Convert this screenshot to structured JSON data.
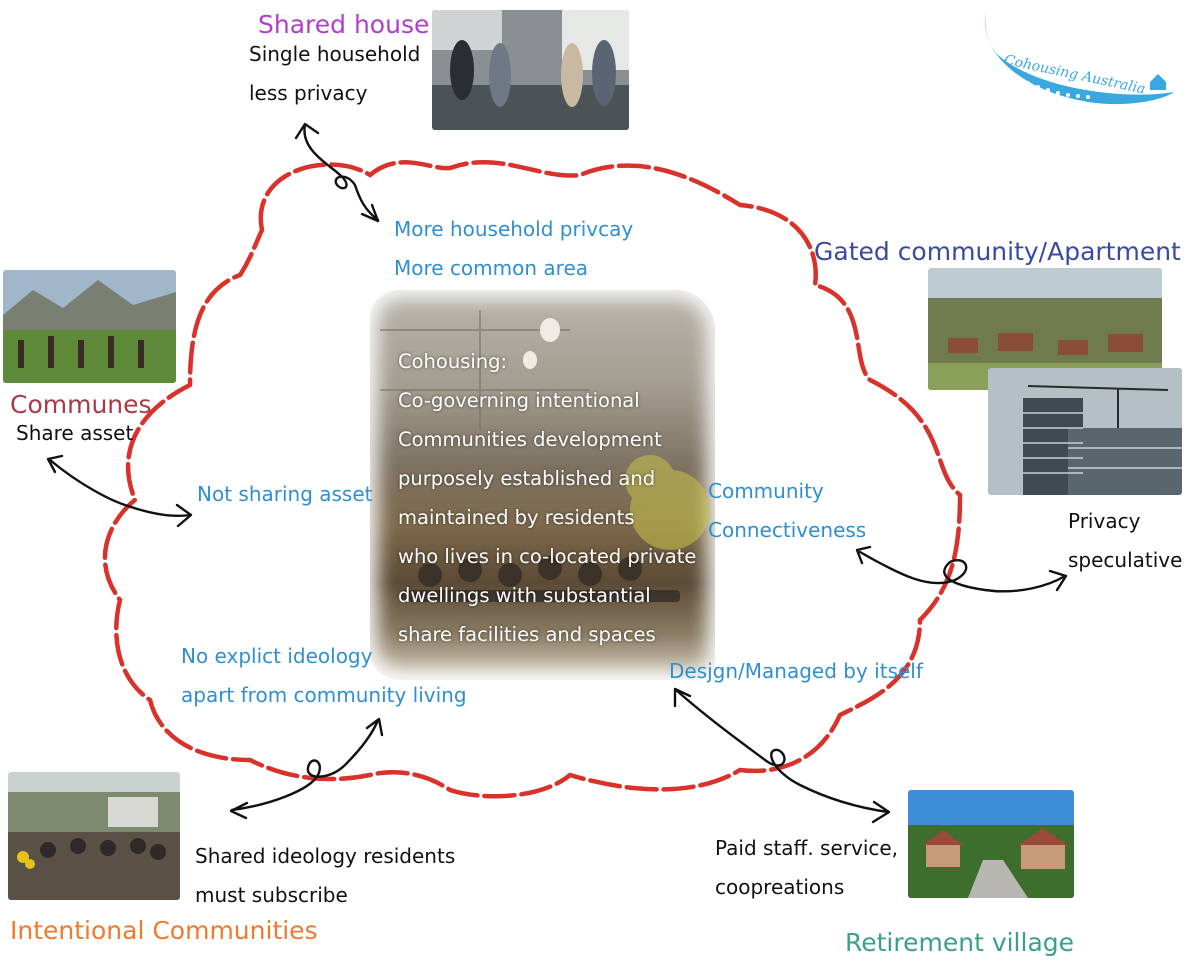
{
  "logo": {
    "text": "Cohousing Australia"
  },
  "center": {
    "lines": [
      "Cohousing:",
      "Co-governing intentional",
      "Communities development",
      "purposely established and",
      "maintained by residents",
      "who lives in co-located private",
      "dwellings with substantial",
      "share facilities and spaces"
    ]
  },
  "shared_house": {
    "title": "Shared house",
    "lines": [
      "Single household",
      "less privacy"
    ],
    "diff": [
      "More household privcay",
      "More common area"
    ]
  },
  "communes": {
    "title": "Communes",
    "line": "Share asset",
    "diff": "Not sharing asset"
  },
  "gated": {
    "title": "Gated community/Apartment",
    "lines": [
      "Privacy",
      "speculative"
    ],
    "diff": [
      "Community",
      "Connectiveness"
    ]
  },
  "intentional": {
    "title": "Intentional Communities",
    "lines": [
      "Shared ideology residents",
      "must subscribe"
    ],
    "diff": [
      "No explict ideology",
      "apart from community living"
    ]
  },
  "retirement": {
    "title": "Retirement village",
    "lines": [
      "Paid staff. service,",
      "coopreations"
    ],
    "diff": "Desjgn/Managed by itself"
  },
  "colors": {
    "cloud": "#d8322b",
    "inner_text": "#2f8fd1",
    "shared_house_title": "#b03fd0",
    "communes_title": "#a83a4a",
    "gated_title": "#3a4aa0",
    "intentional_title": "#f07a2e",
    "retirement_title": "#3aa08a",
    "logo": "#3aa8e0"
  }
}
